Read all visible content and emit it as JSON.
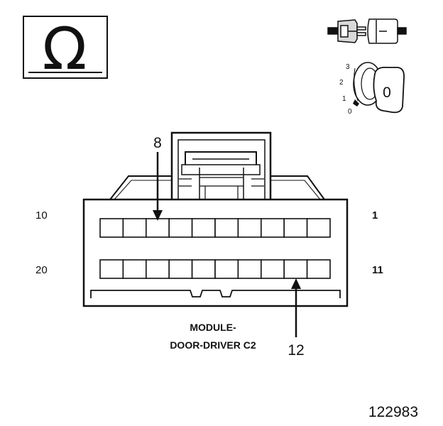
{
  "ohm_symbol": "Ω",
  "connector": {
    "caption_line1": "MODULE-",
    "caption_line2": "DOOR-DRIVER C2",
    "row1_left_pin": "10",
    "row1_right_pin": "1",
    "row2_left_pin": "20",
    "row2_right_pin": "11",
    "callout_top": "8",
    "callout_bottom": "12",
    "cavities_per_row": 10
  },
  "ignition_switch": {
    "positions": [
      "3",
      "2",
      "1",
      "0"
    ],
    "key_label": "0"
  },
  "figure_number": "122983",
  "icons": {
    "ohm": "ohmmeter-icon",
    "connector": "disconnected-connector-icon",
    "ignition": "ignition-key-icon"
  },
  "colors": {
    "ink": "#111111",
    "paper": "#ffffff",
    "fill_grey": "#d9d9d9"
  }
}
